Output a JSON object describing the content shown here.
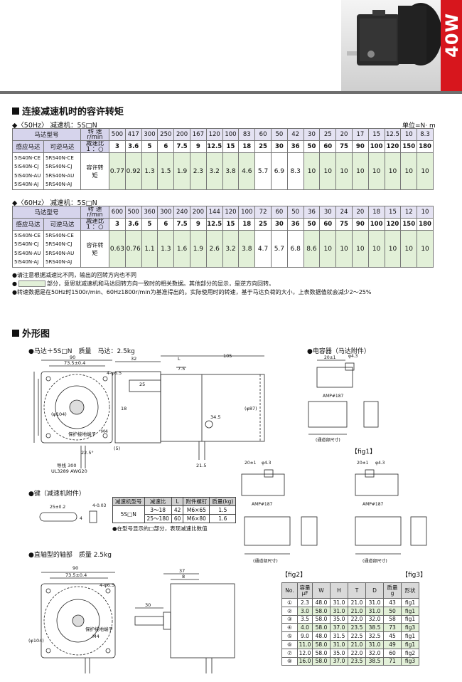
{
  "badge": "40W",
  "section1_title": "连接减速机时的容许转矩",
  "section2_title": "外形图",
  "hz50": {
    "label": "◆〈50Hz〉 减速机：5S□N",
    "unit": "单位=N· m",
    "col_model": "马达型号",
    "col_speed": "转 速",
    "col_speed_unit": "r/min",
    "col_induction": "感应马达",
    "col_reversible": "可逆马达",
    "col_ratio": "减速比",
    "col_ratio_unit": "1 ：○",
    "col_torque": "容许转矩",
    "speeds": [
      "500",
      "417",
      "300",
      "250",
      "200",
      "167",
      "120",
      "100",
      "83",
      "60",
      "50",
      "42",
      "30",
      "25",
      "20",
      "17",
      "15",
      "12.5",
      "10",
      "8.3"
    ],
    "ratios": [
      "3",
      "3.6",
      "5",
      "6",
      "7.5",
      "9",
      "12.5",
      "15",
      "18",
      "25",
      "30",
      "36",
      "50",
      "60",
      "75",
      "90",
      "100",
      "120",
      "150",
      "180"
    ],
    "torques": [
      "0.77",
      "0.92",
      "1.3",
      "1.5",
      "1.9",
      "2.3",
      "3.2",
      "3.8",
      "4.6",
      "5.7",
      "6.9",
      "8.3",
      "10",
      "10",
      "10",
      "10",
      "10",
      "10",
      "10",
      "10"
    ],
    "induction_models": [
      "5IS40N-CE",
      "5IS40N-CJ",
      "5IS40N-AU",
      "5IS40N-AJ"
    ],
    "reversible_models": [
      "5RS40N-CE",
      "5RS40N-CJ",
      "5RS40N-AU",
      "5RS40N-AJ"
    ]
  },
  "hz60": {
    "label": "◆〈60Hz〉 减速机：5S□N",
    "col_model": "马达型号",
    "col_speed": "转 速",
    "col_speed_unit": "r/min",
    "col_induction": "感应马达",
    "col_reversible": "可逆马达",
    "col_ratio": "减速比",
    "col_ratio_unit": "1 ：○",
    "col_torque": "容许转矩",
    "speeds": [
      "600",
      "500",
      "360",
      "300",
      "240",
      "200",
      "144",
      "120",
      "100",
      "72",
      "60",
      "50",
      "36",
      "30",
      "24",
      "20",
      "18",
      "15",
      "12",
      "10"
    ],
    "ratios": [
      "3",
      "3.6",
      "5",
      "6",
      "7.5",
      "9",
      "12.5",
      "15",
      "18",
      "25",
      "30",
      "36",
      "50",
      "60",
      "75",
      "90",
      "100",
      "120",
      "150",
      "180"
    ],
    "torques": [
      "0.63",
      "0.76",
      "1.1",
      "1.3",
      "1.6",
      "1.9",
      "2.6",
      "3.2",
      "3.8",
      "4.7",
      "5.7",
      "6.8",
      "8.6",
      "10",
      "10",
      "10",
      "10",
      "10",
      "10",
      "10"
    ],
    "induction_models": [
      "5IS40N-CE",
      "5IS40N-CJ",
      "5IS40N-AU",
      "5IS40N-AJ"
    ],
    "reversible_models": [
      "5RS40N-CE",
      "5RS40N-CJ",
      "5RS40N-AU",
      "5RS40N-AJ"
    ]
  },
  "notes": {
    "n1": "●请注意根据减速比不同，输出的回转方向也不同",
    "n2a": "●",
    "n2b": "部分，意思就减速机和马达回转方向一致时的相关数据。其他部分的显示，是逆方向回转。",
    "n3": "●转速数据是在50Hz时1500r/min、60Hz1800r/min为基准得出的。实际使用时的转速，基于马达负荷的大小，上表数据值就会减少2～25%"
  },
  "drawings": {
    "motor_gear": "●马达＋5S□N　质量　马达：2.5kg",
    "capacitor": "●电容器（马达附件）",
    "key": "●键（减速机附件）",
    "shaft": "●直轴型的轴部　质量 2.5kg",
    "fig1": "【fig1】",
    "fig2": "【fig2】",
    "fig3": "【fig3】",
    "ground_terminal": "保护接地端子",
    "m4": "M4",
    "lead": "导线 300",
    "ul": "UL3289  AWG20",
    "amp": "AMP#187",
    "cap_dims": "(通道部尺寸)",
    "dim_90": "90",
    "dim_735": "73.5±0.4",
    "dim_4phi65": "4-φ6.5",
    "dim_104": "(φ104)",
    "dim_32": "32",
    "dim_L": "L",
    "dim_105": "105",
    "dim_75": "7.5",
    "dim_25": "25",
    "dim_87": "(φ87)",
    "dim_345": "34.5",
    "dim_215": "21.5",
    "dim_5": "(5)",
    "dim_18": "18",
    "dim_225": "22.5°",
    "dim_phi43": "φ4.3",
    "dim_20": "20±1",
    "dim_37": "37",
    "dim_30": "30",
    "dim_8": "8",
    "dim_key25": "25±0.2",
    "dim_key4": "4",
    "dim_key4b": "4-0.03"
  },
  "key_table": {
    "headers": [
      "减速机型号",
      "减速比",
      "L",
      "附件螺钉",
      "质量(kg)"
    ],
    "model": "5S□N",
    "rows": [
      [
        "3～18",
        "42",
        "M6×65",
        "1.5"
      ],
      [
        "25～180",
        "60",
        "M6×80",
        "1.6"
      ]
    ],
    "note": "●在型号显示的□部分，表现减速比数值"
  },
  "cap_table": {
    "headers": [
      "No.",
      "容量\nμF",
      "W",
      "H",
      "T",
      "D",
      "质量\ng",
      "形状"
    ],
    "rows": [
      [
        "①",
        "2.3",
        "48.0",
        "31.0",
        "21.0",
        "31.0",
        "43",
        "fig1"
      ],
      [
        "②",
        "3.0",
        "58.0",
        "31.0",
        "21.0",
        "31.0",
        "50",
        "fig1"
      ],
      [
        "③",
        "3.5",
        "58.0",
        "35.0",
        "22.0",
        "32.0",
        "58",
        "fig1"
      ],
      [
        "④",
        "4.0",
        "58.0",
        "37.0",
        "23.5",
        "38.5",
        "73",
        "fig3"
      ],
      [
        "⑤",
        "9.0",
        "48.0",
        "31.5",
        "22.5",
        "32.5",
        "45",
        "fig1"
      ],
      [
        "⑥",
        "11.0",
        "58.0",
        "31.0",
        "21.0",
        "31.0",
        "49",
        "fig1"
      ],
      [
        "⑦",
        "12.0",
        "58.0",
        "35.0",
        "22.0",
        "32.0",
        "60",
        "fig2"
      ],
      [
        "⑧",
        "16.0",
        "58.0",
        "37.0",
        "23.5",
        "38.5",
        "71",
        "fig3"
      ]
    ]
  }
}
